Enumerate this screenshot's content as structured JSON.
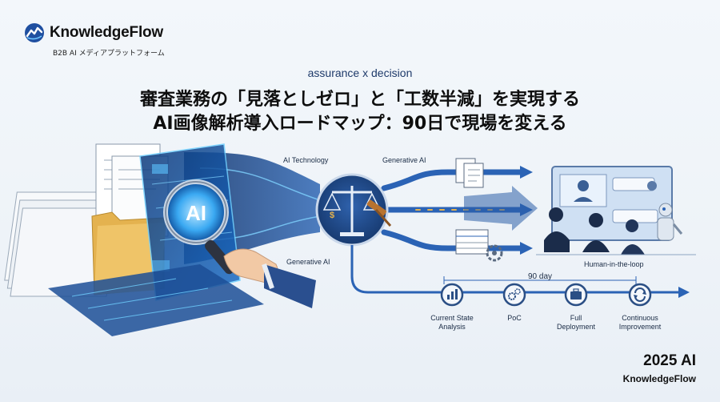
{
  "brand": {
    "name": "KnowledgeFlow",
    "subtitle": "B2B AI メディアプラットフォーム"
  },
  "header": {
    "tagline": "assurance x decision",
    "title_line1": "審査業務の「見落としゼロ」と「工数半減」を実現する",
    "title_line2": "AI画像解析導入ロードマップ：90日で現場を変える"
  },
  "illustration": {
    "ai_badge": "AI",
    "label_ai_technology": "AI Technology",
    "label_generative_ai_top": "Generative AI",
    "label_generative_ai_bottom": "Generative AI",
    "label_human_in_loop": "Human-in-the-loop"
  },
  "timeline": {
    "duration_label": "90 day",
    "steps": [
      {
        "label_line1": "Current State",
        "label_line2": "Analysis"
      },
      {
        "label_line1": "PoC",
        "label_line2": ""
      },
      {
        "label_line1": "Full",
        "label_line2": "Deployment"
      },
      {
        "label_line1": "Continuous",
        "label_line2": "Improvement"
      }
    ]
  },
  "footer": {
    "year": "2025 AI",
    "brand": "KnowledgeFlow"
  },
  "colors": {
    "navy": "#1f3f73",
    "blue": "#2b63b5",
    "cyan": "#39b8ff",
    "gold": "#e4b24f",
    "background": "#eef3f8"
  }
}
